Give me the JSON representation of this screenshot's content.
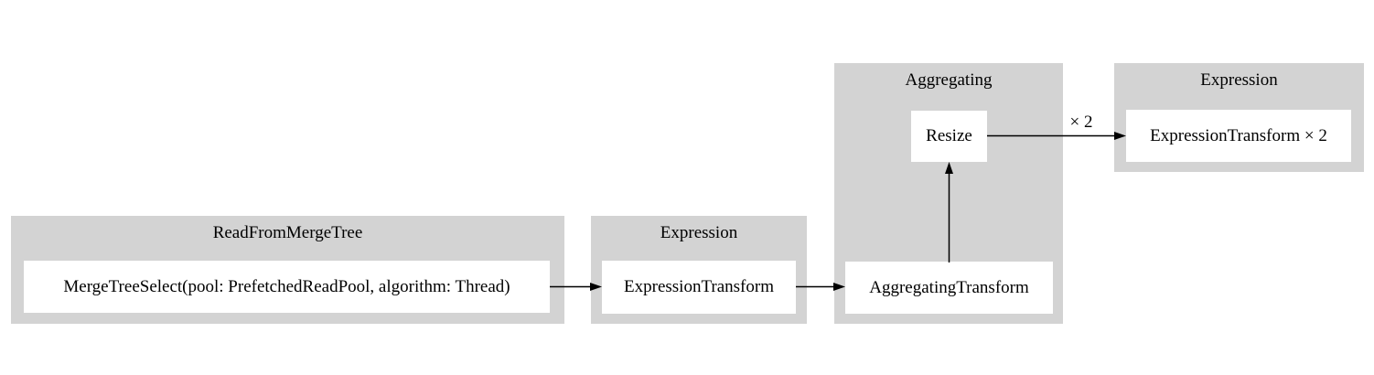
{
  "diagram": {
    "clusters": [
      {
        "label": "ReadFromMergeTree",
        "nodes": [
          {
            "label": "MergeTreeSelect(pool: PrefetchedReadPool, algorithm: Thread)"
          }
        ]
      },
      {
        "label": "Expression",
        "nodes": [
          {
            "label": "ExpressionTransform"
          }
        ]
      },
      {
        "label": "Aggregating",
        "nodes": [
          {
            "label": "Resize"
          },
          {
            "label": "AggregatingTransform"
          }
        ]
      },
      {
        "label": "Expression",
        "nodes": [
          {
            "label": "ExpressionTransform × 2"
          }
        ]
      }
    ],
    "edges": [
      {
        "from": "MergeTreeSelect(pool: PrefetchedReadPool, algorithm: Thread)",
        "to": "ExpressionTransform",
        "label": ""
      },
      {
        "from": "ExpressionTransform",
        "to": "AggregatingTransform",
        "label": ""
      },
      {
        "from": "AggregatingTransform",
        "to": "Resize",
        "label": ""
      },
      {
        "from": "Resize",
        "to": "ExpressionTransform × 2",
        "label": "× 2"
      }
    ],
    "colors": {
      "background": "#ffffff",
      "cluster_fill": "#d3d3d3",
      "node_fill": "#ffffff",
      "line": "#000000",
      "text": "#000000"
    }
  }
}
